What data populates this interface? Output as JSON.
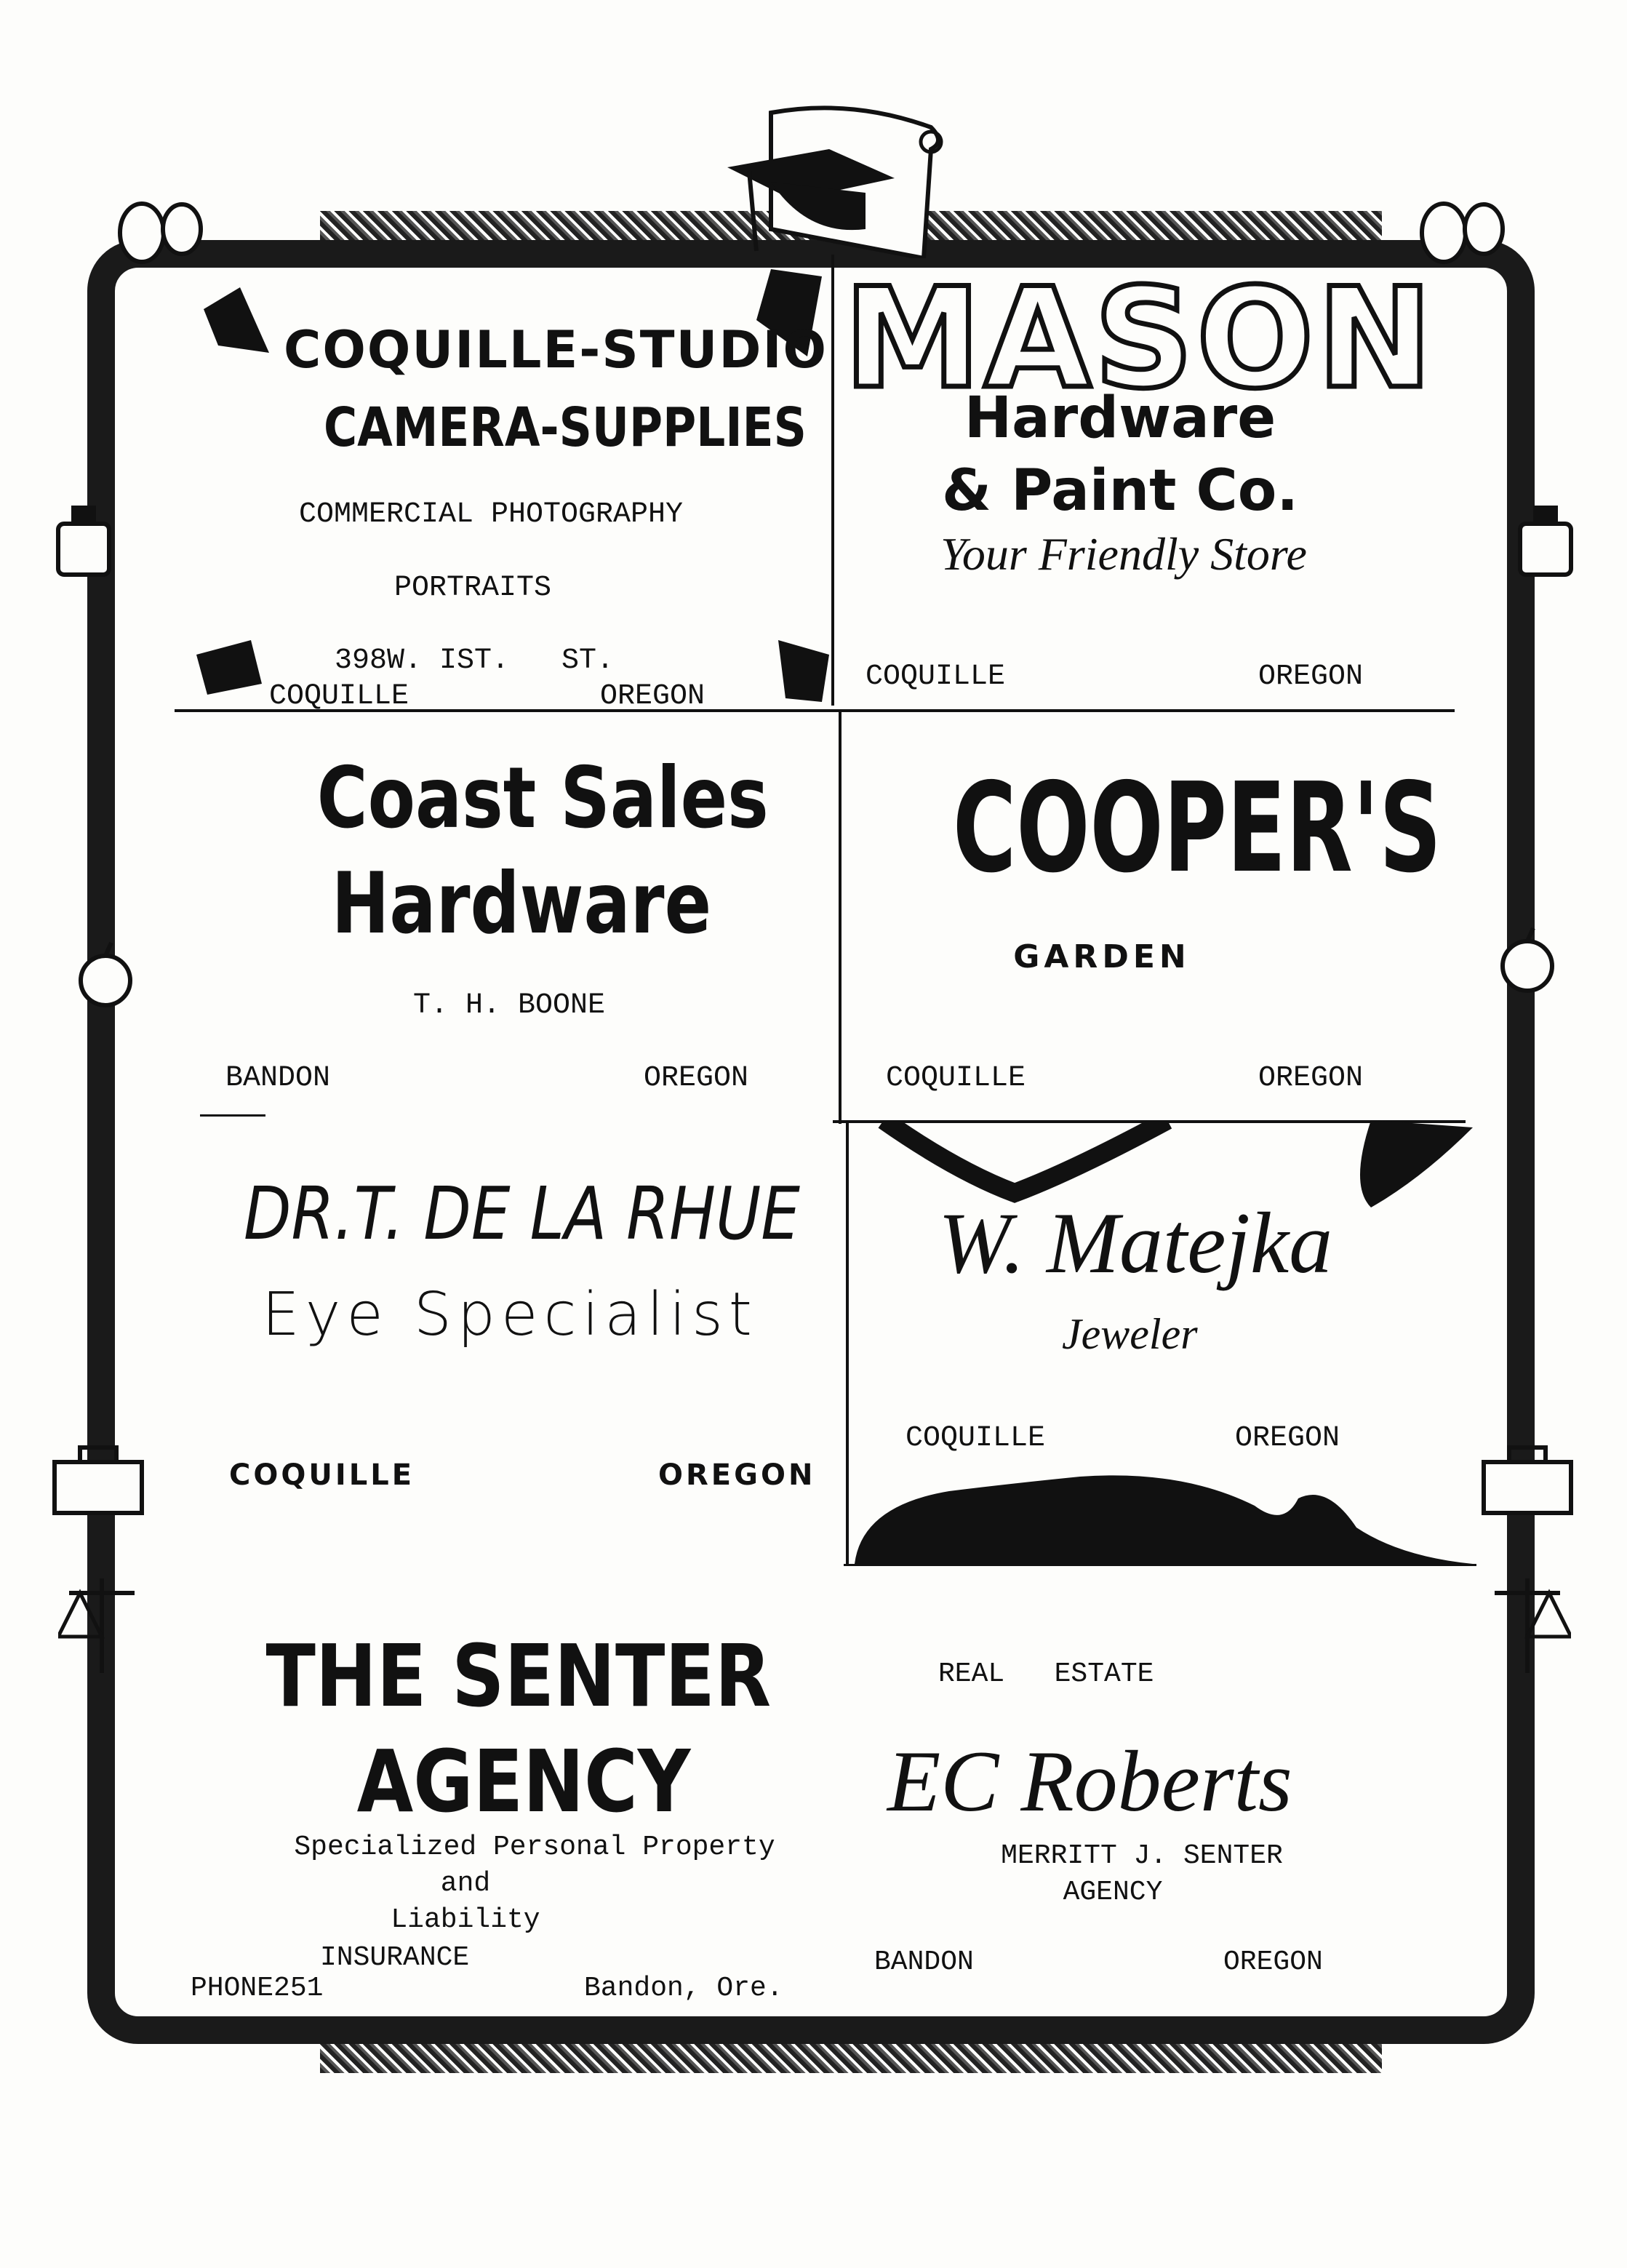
{
  "coquille_studio": {
    "name": "COQUILLE-STUDIO",
    "camera": "CAMERA-SUPPLIES",
    "commercial": "COMMERCIAL PHOTOGRAPHY",
    "portraits": "PORTRAITS",
    "address": "398W. IST.   ST.",
    "city": "COQUILLE",
    "state": "OREGON"
  },
  "mason": {
    "name": "MASON",
    "line1": "Hardware",
    "line2": "& Paint Co.",
    "tagline": "Your Friendly Store",
    "city": "COQUILLE",
    "state": "OREGON"
  },
  "coast_sales": {
    "line1": "Coast Sales",
    "line2": "Hardware",
    "owner": "T. H. BOONE",
    "city": "BANDON",
    "state": "OREGON"
  },
  "coopers": {
    "name": "COOPER'S",
    "sub": "GARDEN",
    "city": "COQUILLE",
    "state": "OREGON"
  },
  "delarhue": {
    "name": "DR.T. DE LA RHUE",
    "title": "Eye Specialist",
    "city": "COQUILLE",
    "state": "OREGON"
  },
  "matejka": {
    "name": "W. Matejka",
    "title": "Jeweler",
    "city": "COQUILLE",
    "state": "OREGON"
  },
  "senter": {
    "line1": "THE SENTER",
    "line2": "AGENCY",
    "desc1": "Specialized Personal Property",
    "desc2": "and",
    "desc3": "Liability",
    "desc4": "INSURANCE",
    "phone": "PHONE251",
    "location": "Bandon, Ore."
  },
  "roberts": {
    "header": "REAL   ESTATE",
    "name": "EC Roberts",
    "agency1": "MERRITT J. SENTER",
    "agency2": "AGENCY",
    "city": "BANDON",
    "state": "OREGON"
  },
  "icons": [
    "graduation-cap-icon",
    "scroll-icon",
    "acorn-icon",
    "ink-bottle-icon",
    "ruler-icon",
    "apple-icon",
    "toolbox-icon",
    "scales-icon",
    "pencil-icon",
    "notes-icon"
  ]
}
